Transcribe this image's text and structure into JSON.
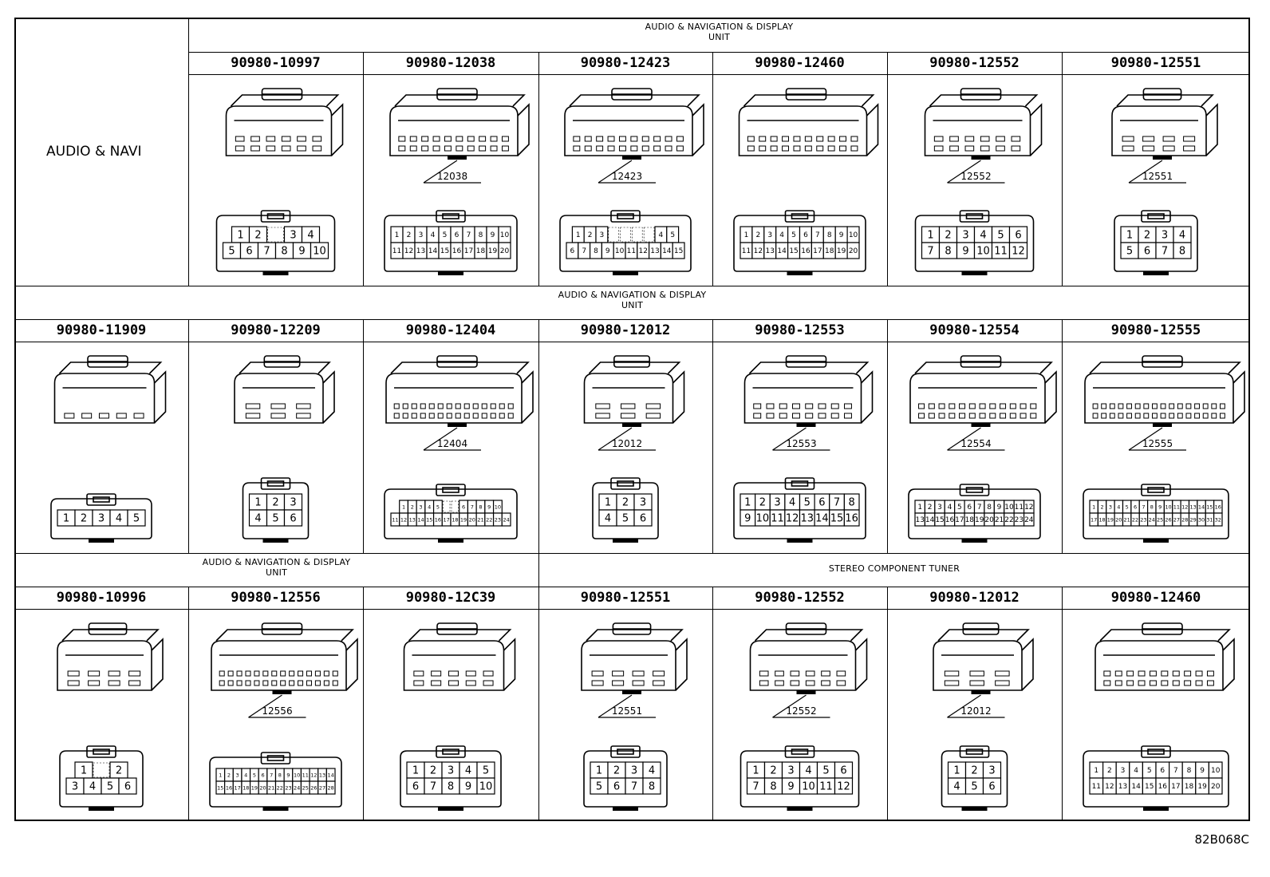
{
  "row_label": "AUDIO & NAVI",
  "diagram_code": "82B068C",
  "rows": [
    {
      "headers": [
        {
          "text_line1": "AUDIO & NAVIGATION & DISPLAY",
          "text_line2": "UNIT"
        }
      ],
      "cells": [
        {
          "part": "90980-10997",
          "pins": [
            [
              "1",
              "2",
              "",
              "3",
              "4"
            ],
            [
              "5",
              "6",
              "7",
              "8",
              "9",
              "10"
            ]
          ],
          "callout": ""
        },
        {
          "part": "90980-12038",
          "pins": [
            [
              "1",
              "2",
              "3",
              "4",
              "5",
              "6",
              "7",
              "8",
              "9",
              "10"
            ],
            [
              "11",
              "12",
              "13",
              "14",
              "15",
              "16",
              "17",
              "18",
              "19",
              "20"
            ]
          ],
          "callout": "12038"
        },
        {
          "part": "90980-12423",
          "pins": [
            [
              "1",
              "2",
              "3",
              "",
              "",
              "",
              "",
              "4",
              "5"
            ],
            [
              "6",
              "7",
              "8",
              "9",
              "10",
              "11",
              "12",
              "13",
              "14",
              "15"
            ]
          ],
          "callout": "12423"
        },
        {
          "part": "90980-12460",
          "pins": [
            [
              "1",
              "2",
              "3",
              "4",
              "5",
              "6",
              "7",
              "8",
              "9",
              "10"
            ],
            [
              "11",
              "12",
              "13",
              "14",
              "15",
              "16",
              "17",
              "18",
              "19",
              "20"
            ]
          ],
          "callout": ""
        },
        {
          "part": "90980-12552",
          "pins": [
            [
              "1",
              "2",
              "3",
              "4",
              "5",
              "6"
            ],
            [
              "7",
              "8",
              "9",
              "10",
              "11",
              "12"
            ]
          ],
          "callout": "12552"
        },
        {
          "part": "90980-12551",
          "pins": [
            [
              "1",
              "2",
              "3",
              "4"
            ],
            [
              "5",
              "6",
              "7",
              "8"
            ]
          ],
          "callout": "12551"
        }
      ]
    },
    {
      "headers": [
        {
          "text_line1": "AUDIO & NAVIGATION & DISPLAY",
          "text_line2": "UNIT"
        }
      ],
      "cells": [
        {
          "part": "90980-11909",
          "pins": [
            [
              "1",
              "2",
              "3",
              "4",
              "5"
            ]
          ],
          "callout": ""
        },
        {
          "part": "90980-12209",
          "pins": [
            [
              "1",
              "2",
              "3"
            ],
            [
              "4",
              "5",
              "6"
            ]
          ],
          "callout": ""
        },
        {
          "part": "90980-12404",
          "pins": [
            [
              "1",
              "2",
              "3",
              "4",
              "5",
              "",
              "",
              "6",
              "7",
              "8",
              "9",
              "10"
            ],
            [
              "11",
              "12",
              "13",
              "14",
              "15",
              "16",
              "17",
              "18",
              "19",
              "20",
              "21",
              "22",
              "23",
              "24"
            ]
          ],
          "callout": "12404"
        },
        {
          "part": "90980-12012",
          "pins": [
            [
              "1",
              "2",
              "3"
            ],
            [
              "4",
              "5",
              "6"
            ]
          ],
          "callout": "12012"
        },
        {
          "part": "90980-12553",
          "pins": [
            [
              "1",
              "2",
              "3",
              "4",
              "5",
              "6",
              "7",
              "8"
            ],
            [
              "9",
              "10",
              "11",
              "12",
              "13",
              "14",
              "15",
              "16"
            ]
          ],
          "callout": "12553"
        },
        {
          "part": "90980-12554",
          "pins": [
            [
              "1",
              "2",
              "3",
              "4",
              "5",
              "6",
              "7",
              "8",
              "9",
              "10",
              "11",
              "12"
            ],
            [
              "13",
              "14",
              "15",
              "16",
              "17",
              "18",
              "19",
              "20",
              "21",
              "22",
              "23",
              "24"
            ]
          ],
          "callout": "12554"
        },
        {
          "part": "90980-12555",
          "pins": [
            [
              "1",
              "2",
              "3",
              "4",
              "5",
              "6",
              "7",
              "8",
              "9",
              "10",
              "11",
              "12",
              "13",
              "14",
              "15",
              "16"
            ],
            [
              "17",
              "18",
              "19",
              "20",
              "21",
              "22",
              "23",
              "24",
              "25",
              "26",
              "27",
              "28",
              "29",
              "30",
              "31",
              "32"
            ]
          ],
          "callout": "12555"
        }
      ]
    },
    {
      "headers": [
        {
          "text_line1": "AUDIO & NAVIGATION & DISPLAY",
          "text_line2": "UNIT"
        },
        {
          "text_line1": "STEREO COMPONENT TUNER",
          "text_line2": ""
        }
      ],
      "cells": [
        {
          "part": "90980-10996",
          "pins": [
            [
              "1",
              "",
              "2"
            ],
            [
              "3",
              "4",
              "5",
              "6"
            ]
          ],
          "callout": ""
        },
        {
          "part": "90980-12556",
          "pins": [
            [
              "1",
              "2",
              "3",
              "4",
              "5",
              "6",
              "7",
              "8",
              "9",
              "10",
              "11",
              "12",
              "13",
              "14"
            ],
            [
              "15",
              "16",
              "17",
              "18",
              "19",
              "20",
              "21",
              "22",
              "23",
              "24",
              "25",
              "26",
              "27",
              "28"
            ]
          ],
          "callout": "12556"
        },
        {
          "part": "90980-12C39",
          "pins": [
            [
              "1",
              "2",
              "3",
              "4",
              "5"
            ],
            [
              "6",
              "7",
              "8",
              "9",
              "10"
            ]
          ],
          "callout": ""
        },
        {
          "part": "90980-12551",
          "pins": [
            [
              "1",
              "2",
              "3",
              "4"
            ],
            [
              "5",
              "6",
              "7",
              "8"
            ]
          ],
          "callout": "12551"
        },
        {
          "part": "90980-12552",
          "pins": [
            [
              "1",
              "2",
              "3",
              "4",
              "5",
              "6"
            ],
            [
              "7",
              "8",
              "9",
              "10",
              "11",
              "12"
            ]
          ],
          "callout": "12552"
        },
        {
          "part": "90980-12012",
          "pins": [
            [
              "1",
              "2",
              "3"
            ],
            [
              "4",
              "5",
              "6"
            ]
          ],
          "callout": "12012"
        },
        {
          "part": "90980-12460",
          "pins": [
            [
              "1",
              "2",
              "3",
              "4",
              "5",
              "6",
              "7",
              "8",
              "9",
              "10"
            ],
            [
              "11",
              "12",
              "13",
              "14",
              "15",
              "16",
              "17",
              "18",
              "19",
              "20"
            ]
          ],
          "callout": ""
        }
      ]
    }
  ]
}
